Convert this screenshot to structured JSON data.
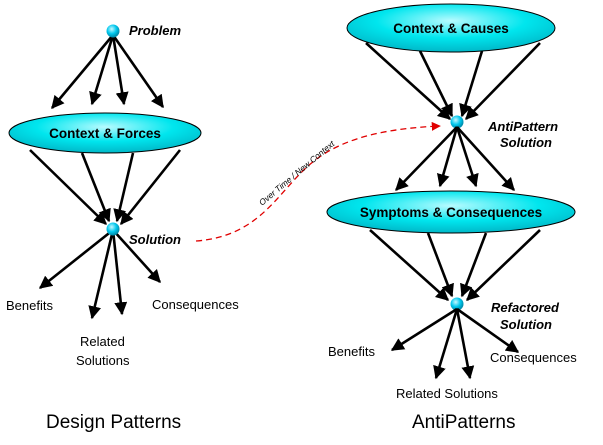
{
  "left": {
    "problem_label": "Problem",
    "ellipse_label": "Context & Forces",
    "solution_label": "Solution",
    "outcomes": {
      "benefits": "Benefits",
      "related_line1": "Related",
      "related_line2": "Solutions",
      "consequences": "Consequences"
    },
    "caption": "Design Patterns"
  },
  "right": {
    "top_ellipse_label": "Context & Causes",
    "antipattern_line1": "AntiPattern",
    "antipattern_line2": "Solution",
    "middle_ellipse_label": "Symptoms & Consequences",
    "refactored_line1": "Refactored",
    "refactored_line2": "Solution",
    "outcomes": {
      "benefits": "Benefits",
      "related": "Related Solutions",
      "consequences": "Consequences"
    },
    "caption": "AntiPatterns"
  },
  "transition_label": "Over Time / New Context",
  "colors": {
    "ellipse_fill": "#00e6ee",
    "ellipse_highlight": "#b8fbff",
    "node_dot": "#00c8ee",
    "arrow": "#000000",
    "transition_curve": "#e00000"
  }
}
